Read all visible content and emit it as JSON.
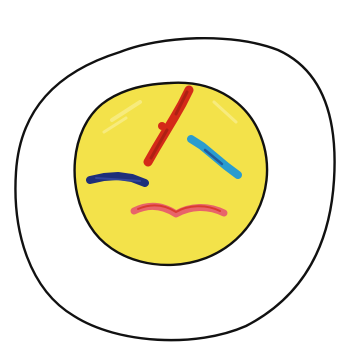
{
  "drawing": {
    "subject": "cell-with-nucleus-and-chromosomes",
    "colors": {
      "background": "#ffffff",
      "cell_outline": "#111111",
      "nucleus_fill": "#f3e24a",
      "nucleus_outline": "#111111",
      "chromosome_red": "#d42a18",
      "chromosome_teal": "#2a9ccf",
      "chromosome_navy": "#1e2f7a",
      "chromosome_pink": "#e8646a"
    },
    "chromosomes": [
      {
        "name": "red-chromosome-long",
        "color_key": "chromosome_red"
      },
      {
        "name": "teal-chromosome",
        "color_key": "chromosome_teal"
      },
      {
        "name": "navy-chromosome",
        "color_key": "chromosome_navy"
      },
      {
        "name": "pink-chromosome-arc",
        "color_key": "chromosome_pink"
      }
    ]
  }
}
